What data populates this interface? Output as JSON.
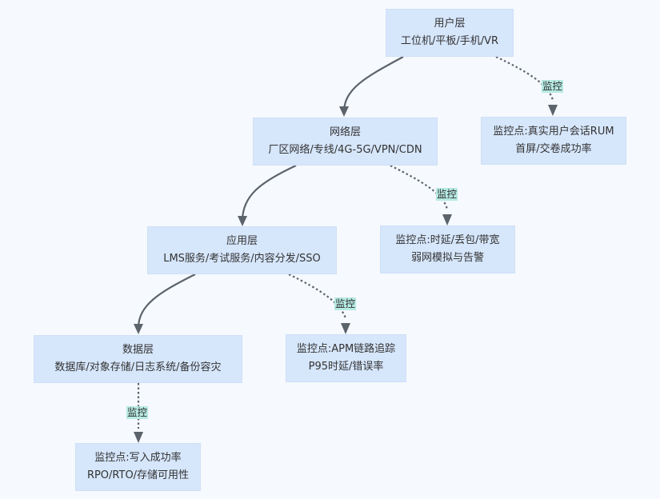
{
  "diagram": {
    "type": "flowchart",
    "colors": {
      "background": "#f6f9fd",
      "node_fill": "#d6e6fb",
      "edge_stroke": "#5b636b",
      "label_fill": "#b6eae2",
      "text": "#333333"
    },
    "nodes": {
      "user": {
        "title": "用户层",
        "subtitle": "工位机/平板/手机/VR"
      },
      "network": {
        "title": "网络层",
        "subtitle": "厂区网络/专线/4G-5G/VPN/CDN"
      },
      "app": {
        "title": "应用层",
        "subtitle": "LMS服务/考试服务/内容分发/SSO"
      },
      "data": {
        "title": "数据层",
        "subtitle": "数据库/对象存储/日志系统/备份容灾"
      },
      "mon_user": {
        "title": "监控点:真实用户会话RUM",
        "subtitle": "首屏/交卷成功率"
      },
      "mon_network": {
        "title": "监控点:时延/丢包/带宽",
        "subtitle": "弱网模拟与告警"
      },
      "mon_app": {
        "title": "监控点:APM链路追踪",
        "subtitle": "P95时延/错误率"
      },
      "mon_data": {
        "title": "监控点:写入成功率",
        "subtitle": "RPO/RTO/存储可用性"
      }
    },
    "edges": [
      {
        "from": "user",
        "to": "network",
        "style": "solid",
        "label": ""
      },
      {
        "from": "network",
        "to": "app",
        "style": "solid",
        "label": ""
      },
      {
        "from": "app",
        "to": "data",
        "style": "solid",
        "label": ""
      },
      {
        "from": "user",
        "to": "mon_user",
        "style": "dotted",
        "label": "监控"
      },
      {
        "from": "network",
        "to": "mon_network",
        "style": "dotted",
        "label": "监控"
      },
      {
        "from": "app",
        "to": "mon_app",
        "style": "dotted",
        "label": "监控"
      },
      {
        "from": "data",
        "to": "mon_data",
        "style": "dotted",
        "label": "监控"
      }
    ]
  }
}
